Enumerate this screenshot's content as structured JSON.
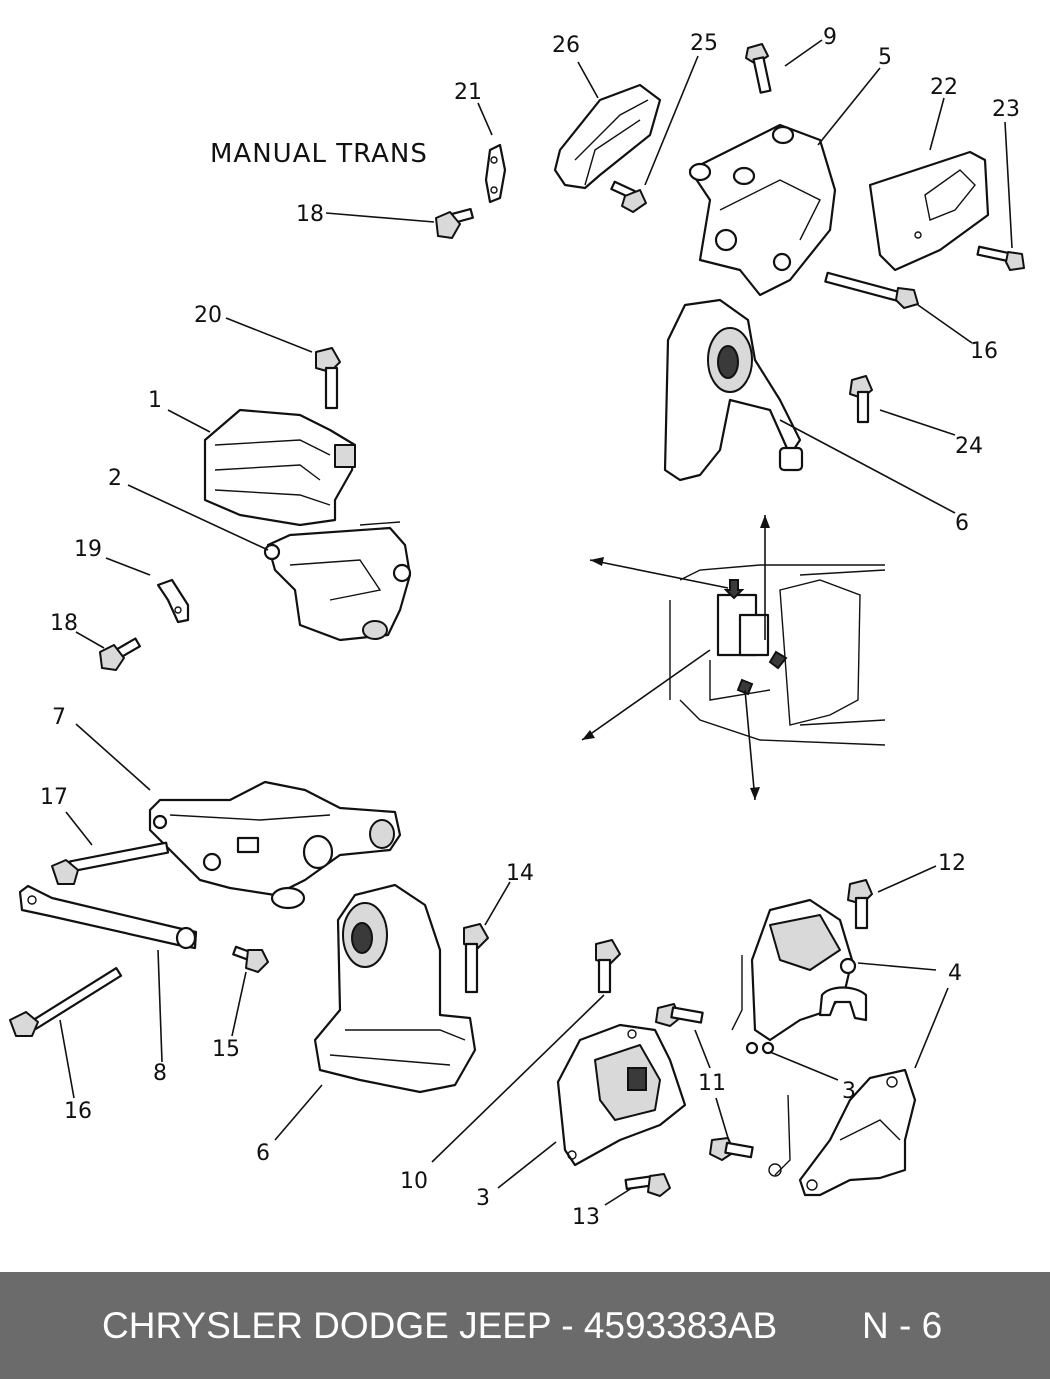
{
  "diagram": {
    "heading": "MANUAL  TRANS",
    "callouts": {
      "n26": "26",
      "n25": "25",
      "n9": "9",
      "n5": "5",
      "n22": "22",
      "n23": "23",
      "n21": "21",
      "n18a": "18",
      "n16a": "16",
      "n20": "20",
      "n24": "24",
      "n1": "1",
      "n6a": "6",
      "n2": "2",
      "n19": "19",
      "n18b": "18",
      "n7": "7",
      "n17": "17",
      "n14": "14",
      "n12": "12",
      "n4": "4",
      "n8": "8",
      "n15": "15",
      "n16b": "16",
      "n6b": "6",
      "n10": "10",
      "n3a": "3",
      "n3b": "3",
      "n11": "11",
      "n13": "13"
    }
  },
  "footer": {
    "title": "CHRYSLER DODGE JEEP - 4593383AB",
    "code": "N - 6"
  }
}
